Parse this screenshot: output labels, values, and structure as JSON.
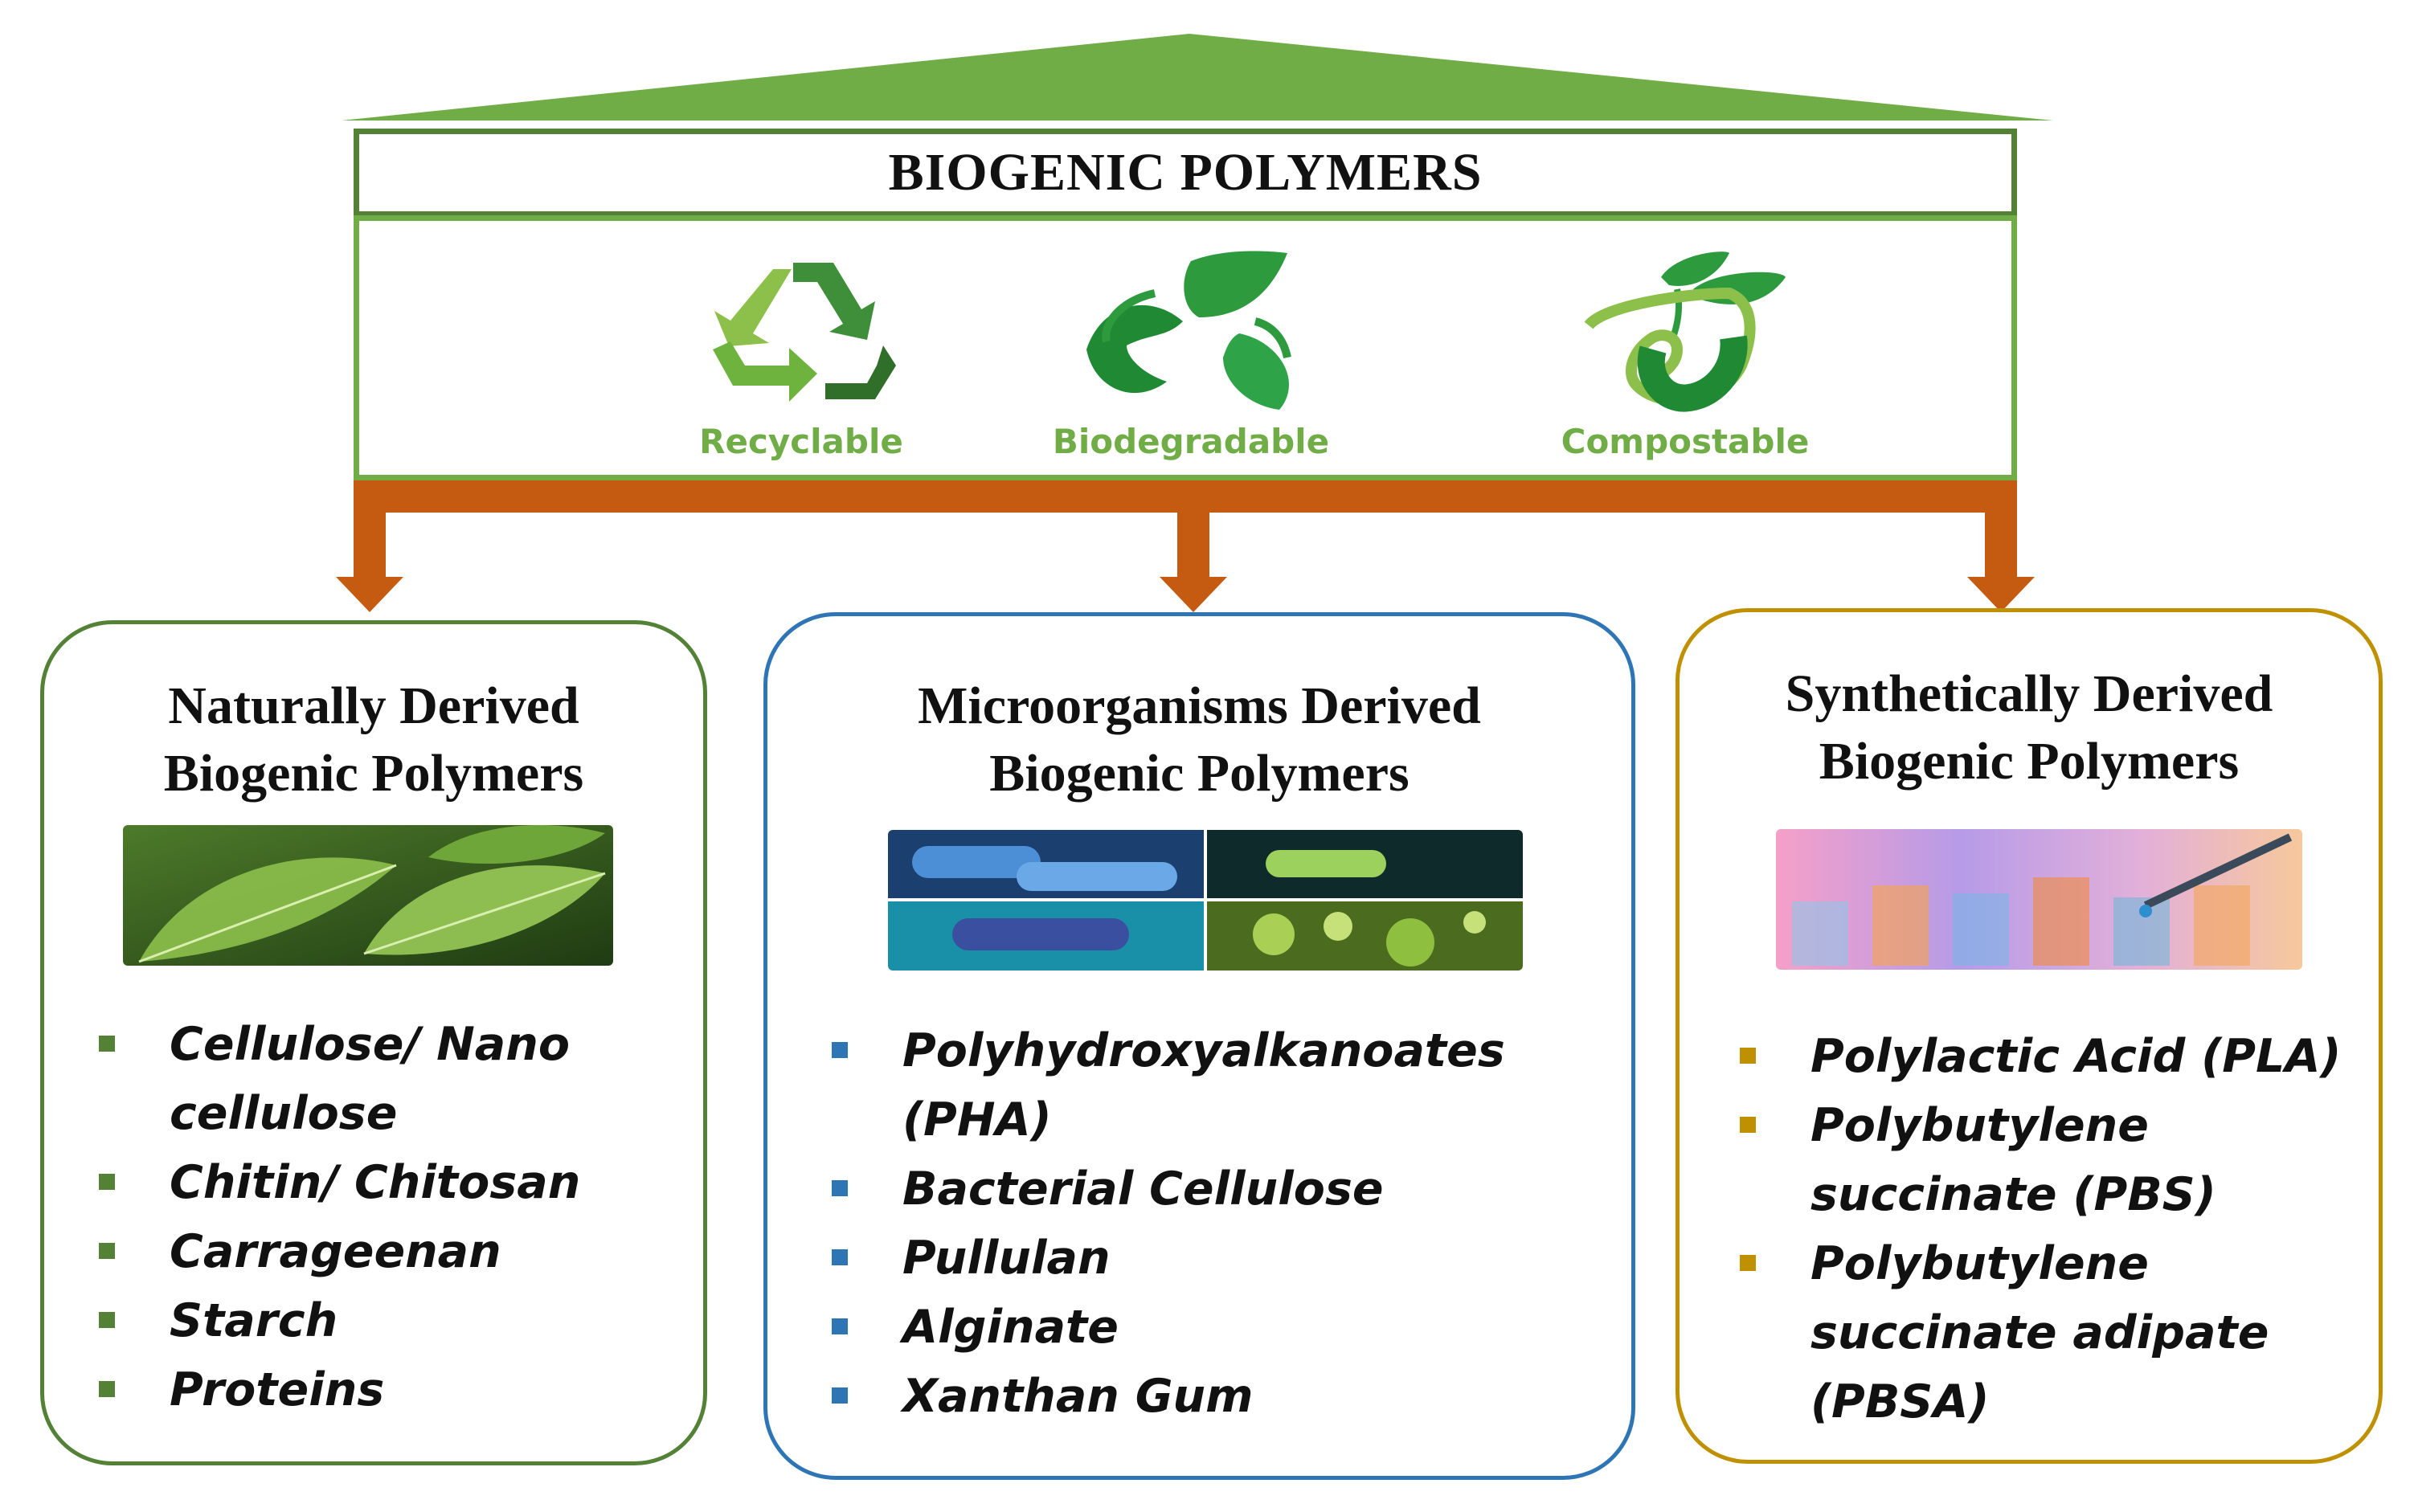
{
  "header": {
    "title": "BIOGENIC POLYMERS"
  },
  "properties": [
    {
      "label": "Recyclable",
      "icon": "recycle-icon"
    },
    {
      "label": "Biodegradable",
      "icon": "leaf-cycle-icon"
    },
    {
      "label": "Compostable",
      "icon": "sprout-icon"
    }
  ],
  "categories": [
    {
      "title_lines": [
        "Naturally Derived",
        "Biogenic Polymers"
      ],
      "image": "leaves-photo",
      "accent": "#538135",
      "items": [
        "Cellulose/ Nano cellulose",
        "Chitin/ Chitosan",
        "Carrageenan",
        "Starch",
        "Proteins"
      ]
    },
    {
      "title_lines": [
        "Microorganisms Derived",
        "Biogenic Polymers"
      ],
      "image": "microorganisms-photo",
      "accent": "#2e75b6",
      "items": [
        "Polyhydroxyalkanoates (PHA)",
        "Bacterial Cellulose",
        "Pullulan",
        "Alginate",
        "Xanthan Gum"
      ]
    },
    {
      "title_lines": [
        "Synthetically Derived",
        "Biogenic Polymers"
      ],
      "image": "lab-test-tubes-photo",
      "accent": "#bf9000",
      "items": [
        "Polylactic Acid (PLA)",
        "Polybutylene succinate (PBS)",
        "Polybutylene succinate adipate (PBSA)"
      ]
    }
  ],
  "colors": {
    "roof": "#70ad47",
    "title_border": "#538135",
    "property_label": "#70ad47",
    "connector": "#c55a11",
    "card_natural": "#538135",
    "card_micro": "#2e75b6",
    "card_synthetic": "#bf9000"
  }
}
